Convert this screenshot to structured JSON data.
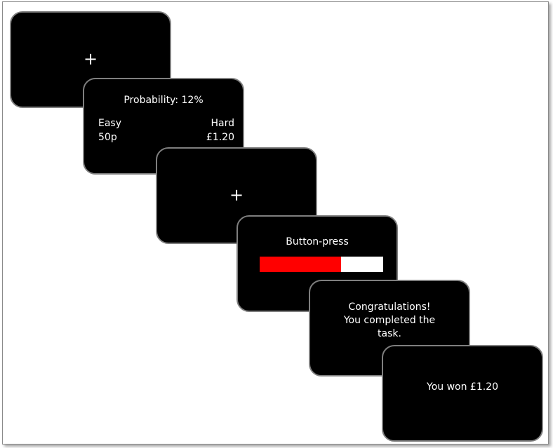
{
  "screens": {
    "fixation_1": {
      "symbol": "+"
    },
    "choice": {
      "probability_text": "Probability: 12%",
      "easy_label": "Easy",
      "easy_reward": "50p",
      "hard_label": "Hard",
      "hard_reward": "£1.20"
    },
    "fixation_2": {
      "symbol": "+"
    },
    "button_press": {
      "label": "Button-press",
      "progress_fraction": 0.66,
      "fill_color": "#ff0000",
      "track_color": "#ffffff"
    },
    "feedback": {
      "line1": "Congratulations!",
      "line2": "You completed the",
      "line3": "task."
    },
    "outcome": {
      "text": "You won £1.20"
    }
  }
}
